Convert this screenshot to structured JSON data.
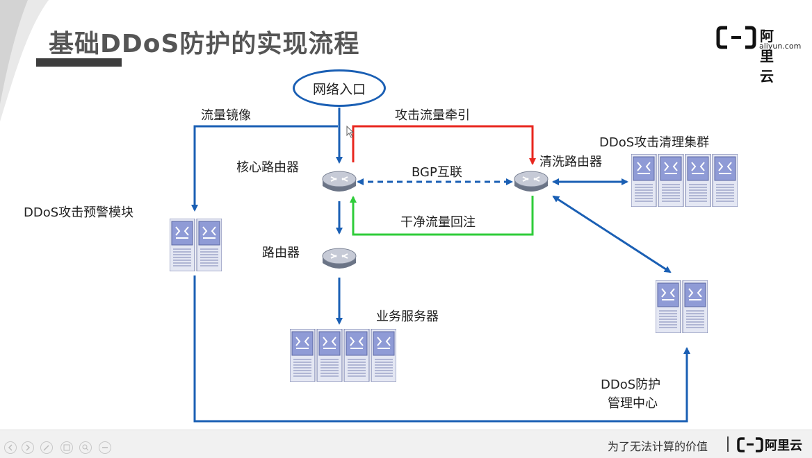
{
  "slide": {
    "title": "基础DDoS防护的实现流程"
  },
  "logo": {
    "name": "阿里云",
    "domain": "aliyun.com"
  },
  "diagram": {
    "entry": "网络入口",
    "core_router": "核心路由器",
    "router": "路由器",
    "business_servers": "业务服务器",
    "scrub_router": "清洗路由器",
    "scrub_cluster": "DDoS攻击清理集群",
    "warning_module": "DDoS攻击预警模块",
    "mgmt_center_line1": "DDoS防护",
    "mgmt_center_line2": "管理中心",
    "flow_mirror": "流量镜像",
    "attack_divert": "攻击流量牵引",
    "bgp_link": "BGP互联",
    "clean_reinject": "干净流量回注"
  },
  "colors": {
    "blue": "#1a5fb4",
    "red": "#e8261e",
    "green": "#2fcc3a",
    "server": "#8f9bd6"
  },
  "footer": {
    "slogan": "为了无法计算的价值",
    "brand": "阿里云"
  }
}
